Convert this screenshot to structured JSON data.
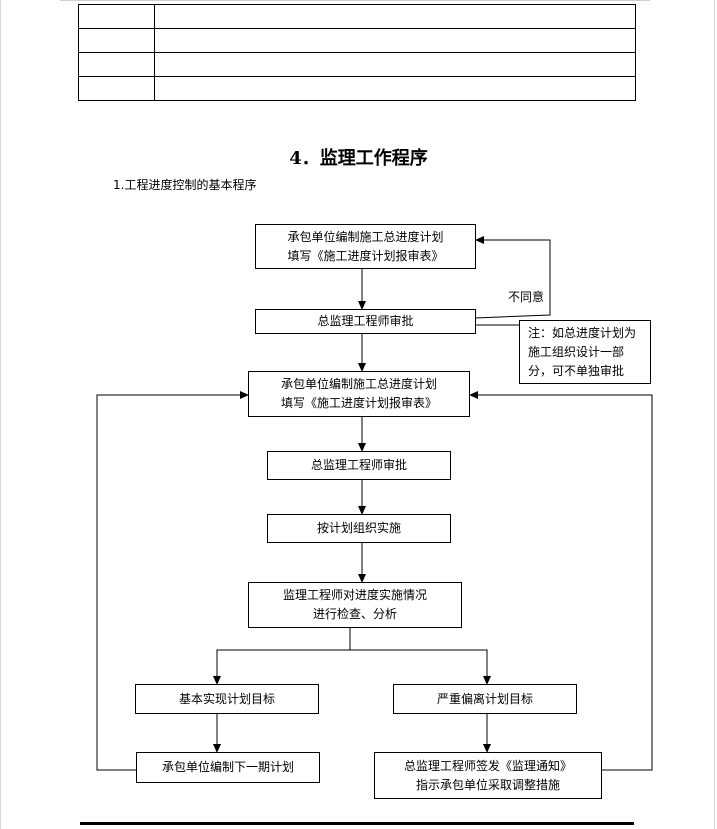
{
  "section_title": "4．监理工作程序",
  "subtitle": "1.工程进度控制的基本程序",
  "flow": {
    "box1": [
      "承包单位编制施工总进度计划",
      "填写《施工进度计划报审表》"
    ],
    "box2": [
      "总监理工程师审批"
    ],
    "note": [
      "注：如总进度计划为",
      "施工组织设计一部",
      "分，可不单独审批"
    ],
    "disagree": "不同意",
    "box3": [
      "承包单位编制施工总进度计划",
      "填写《施工进度计划报审表》"
    ],
    "box4": [
      "总监理工程师审批"
    ],
    "box5": [
      "按计划组织实施"
    ],
    "box6": [
      "监理工程师对进度实施情况",
      "进行检查、分析"
    ],
    "box7": [
      "基本实现计划目标"
    ],
    "box8": [
      "严重偏离计划目标"
    ],
    "box9": [
      "承包单位编制下一期计划"
    ],
    "box10": [
      "总监理工程师签发《监理通知》",
      "指示承包单位采取调整措施"
    ]
  }
}
